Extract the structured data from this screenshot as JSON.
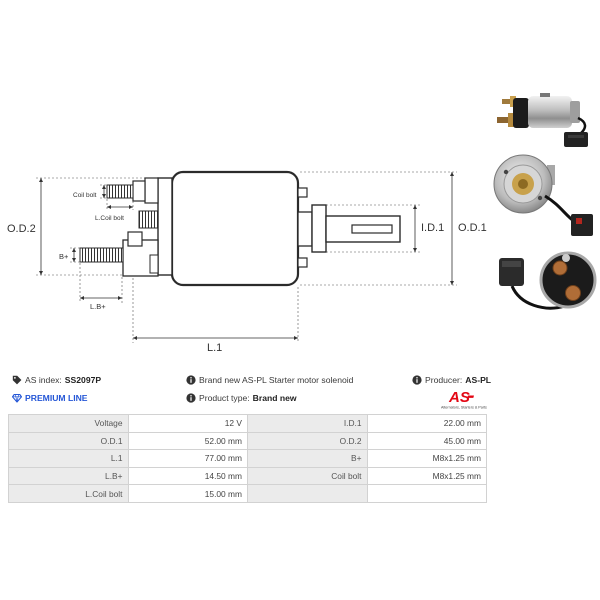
{
  "drawing": {
    "od2": "O.D.2",
    "od1": "O.D.1",
    "id1": "I.D.1",
    "l1": "L.1",
    "bplus": "B+",
    "lbplus": "L.B+",
    "coil_bolt": "Coil bolt",
    "l_coil_bolt": "L.Coil bolt"
  },
  "info": {
    "as_index_label": "AS index:",
    "as_index_value": "SS2097P",
    "description": "Brand new AS-PL Starter motor solenoid",
    "producer_label": "Producer:",
    "producer_value": "AS-PL",
    "premium_line": "PREMIUM LINE",
    "product_type_label": "Product type:",
    "product_type_value": "Brand new"
  },
  "logo": {
    "text": "AS",
    "tagline": "Alternators, Starters & Parts"
  },
  "specs": {
    "rows": [
      {
        "l1": "Voltage",
        "v1": "12 V",
        "l2": "I.D.1",
        "v2": "22.00 mm"
      },
      {
        "l1": "O.D.1",
        "v1": "52.00 mm",
        "l2": "O.D.2",
        "v2": "45.00 mm"
      },
      {
        "l1": "L.1",
        "v1": "77.00 mm",
        "l2": "B+",
        "v2": "M8x1.25 mm"
      },
      {
        "l1": "L.B+",
        "v1": "14.50 mm",
        "l2": "Coil bolt",
        "v2": "M8x1.25 mm"
      },
      {
        "l1": "L.Coil bolt",
        "v1": "15.00 mm"
      }
    ]
  },
  "icons": {
    "as_index": "tag-icon",
    "description": "info-icon",
    "producer": "info-icon",
    "premium": "diamond-icon",
    "product_type": "info-icon"
  },
  "colors": {
    "premium_blue": "#2456d6",
    "logo_red": "#e30613",
    "label_bg": "#ebebeb",
    "border": "#d2d2d2"
  }
}
